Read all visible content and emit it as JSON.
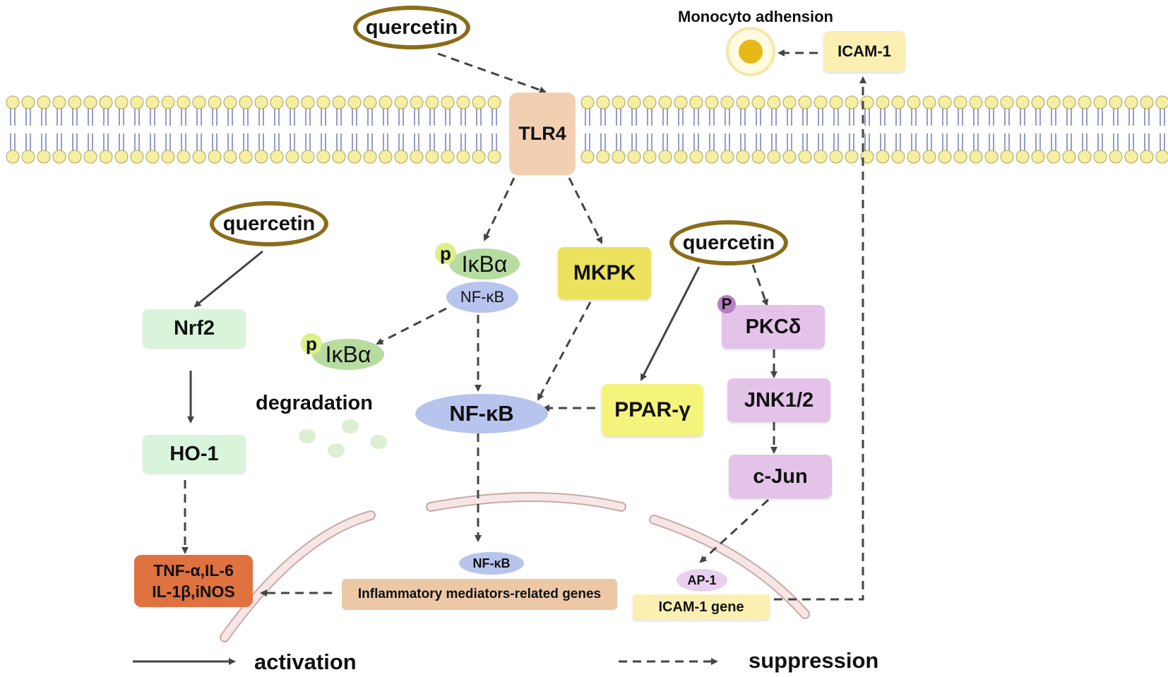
{
  "labels": {
    "quercetin_top": "quercetin",
    "quercetin_left": "quercetin",
    "quercetin_right": "quercetin",
    "tlr4": "TLR4",
    "monocyte_adhesion": "Monocyto adhension",
    "icam1": "ICAM-1",
    "p": "p",
    "p_upper": "P",
    "ikba": "IκBα",
    "nfkb_complex": "NF-κB",
    "mkpk": "MKPK",
    "nrf2": "Nrf2",
    "ho1": "HO-1",
    "degradation": "degradation",
    "nfkb_main": "NF-κB",
    "ppar_gamma": "PPAR-γ",
    "pkc_delta": "PKCδ",
    "jnk12": "JNK1/2",
    "c_jun": "c-Jun",
    "nfkb_nucleus": "NF-κB",
    "inflammatory_genes": "Inflammatory mediators-related genes",
    "cytokines_line1": "TNF-α,IL-6",
    "cytokines_line2": "IL-1β,iNOS",
    "ap1": "AP-1",
    "icam1_gene": "ICAM-1 gene"
  },
  "legend": {
    "activation": "activation",
    "suppression": "suppression"
  }
}
